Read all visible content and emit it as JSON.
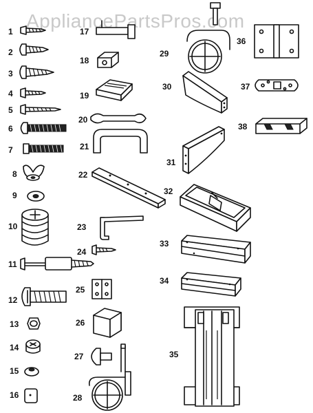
{
  "watermark": "AppliancePartsPros.com",
  "part_numbers": [
    "1",
    "2",
    "3",
    "4",
    "5",
    "6",
    "7",
    "8",
    "9",
    "10",
    "11",
    "12",
    "13",
    "14",
    "15",
    "16",
    "17",
    "18",
    "19",
    "20",
    "21",
    "22",
    "23",
    "24",
    "25",
    "26",
    "27",
    "28",
    "29",
    "30",
    "31",
    "32",
    "33",
    "34",
    "35",
    "36",
    "37",
    "38"
  ]
}
